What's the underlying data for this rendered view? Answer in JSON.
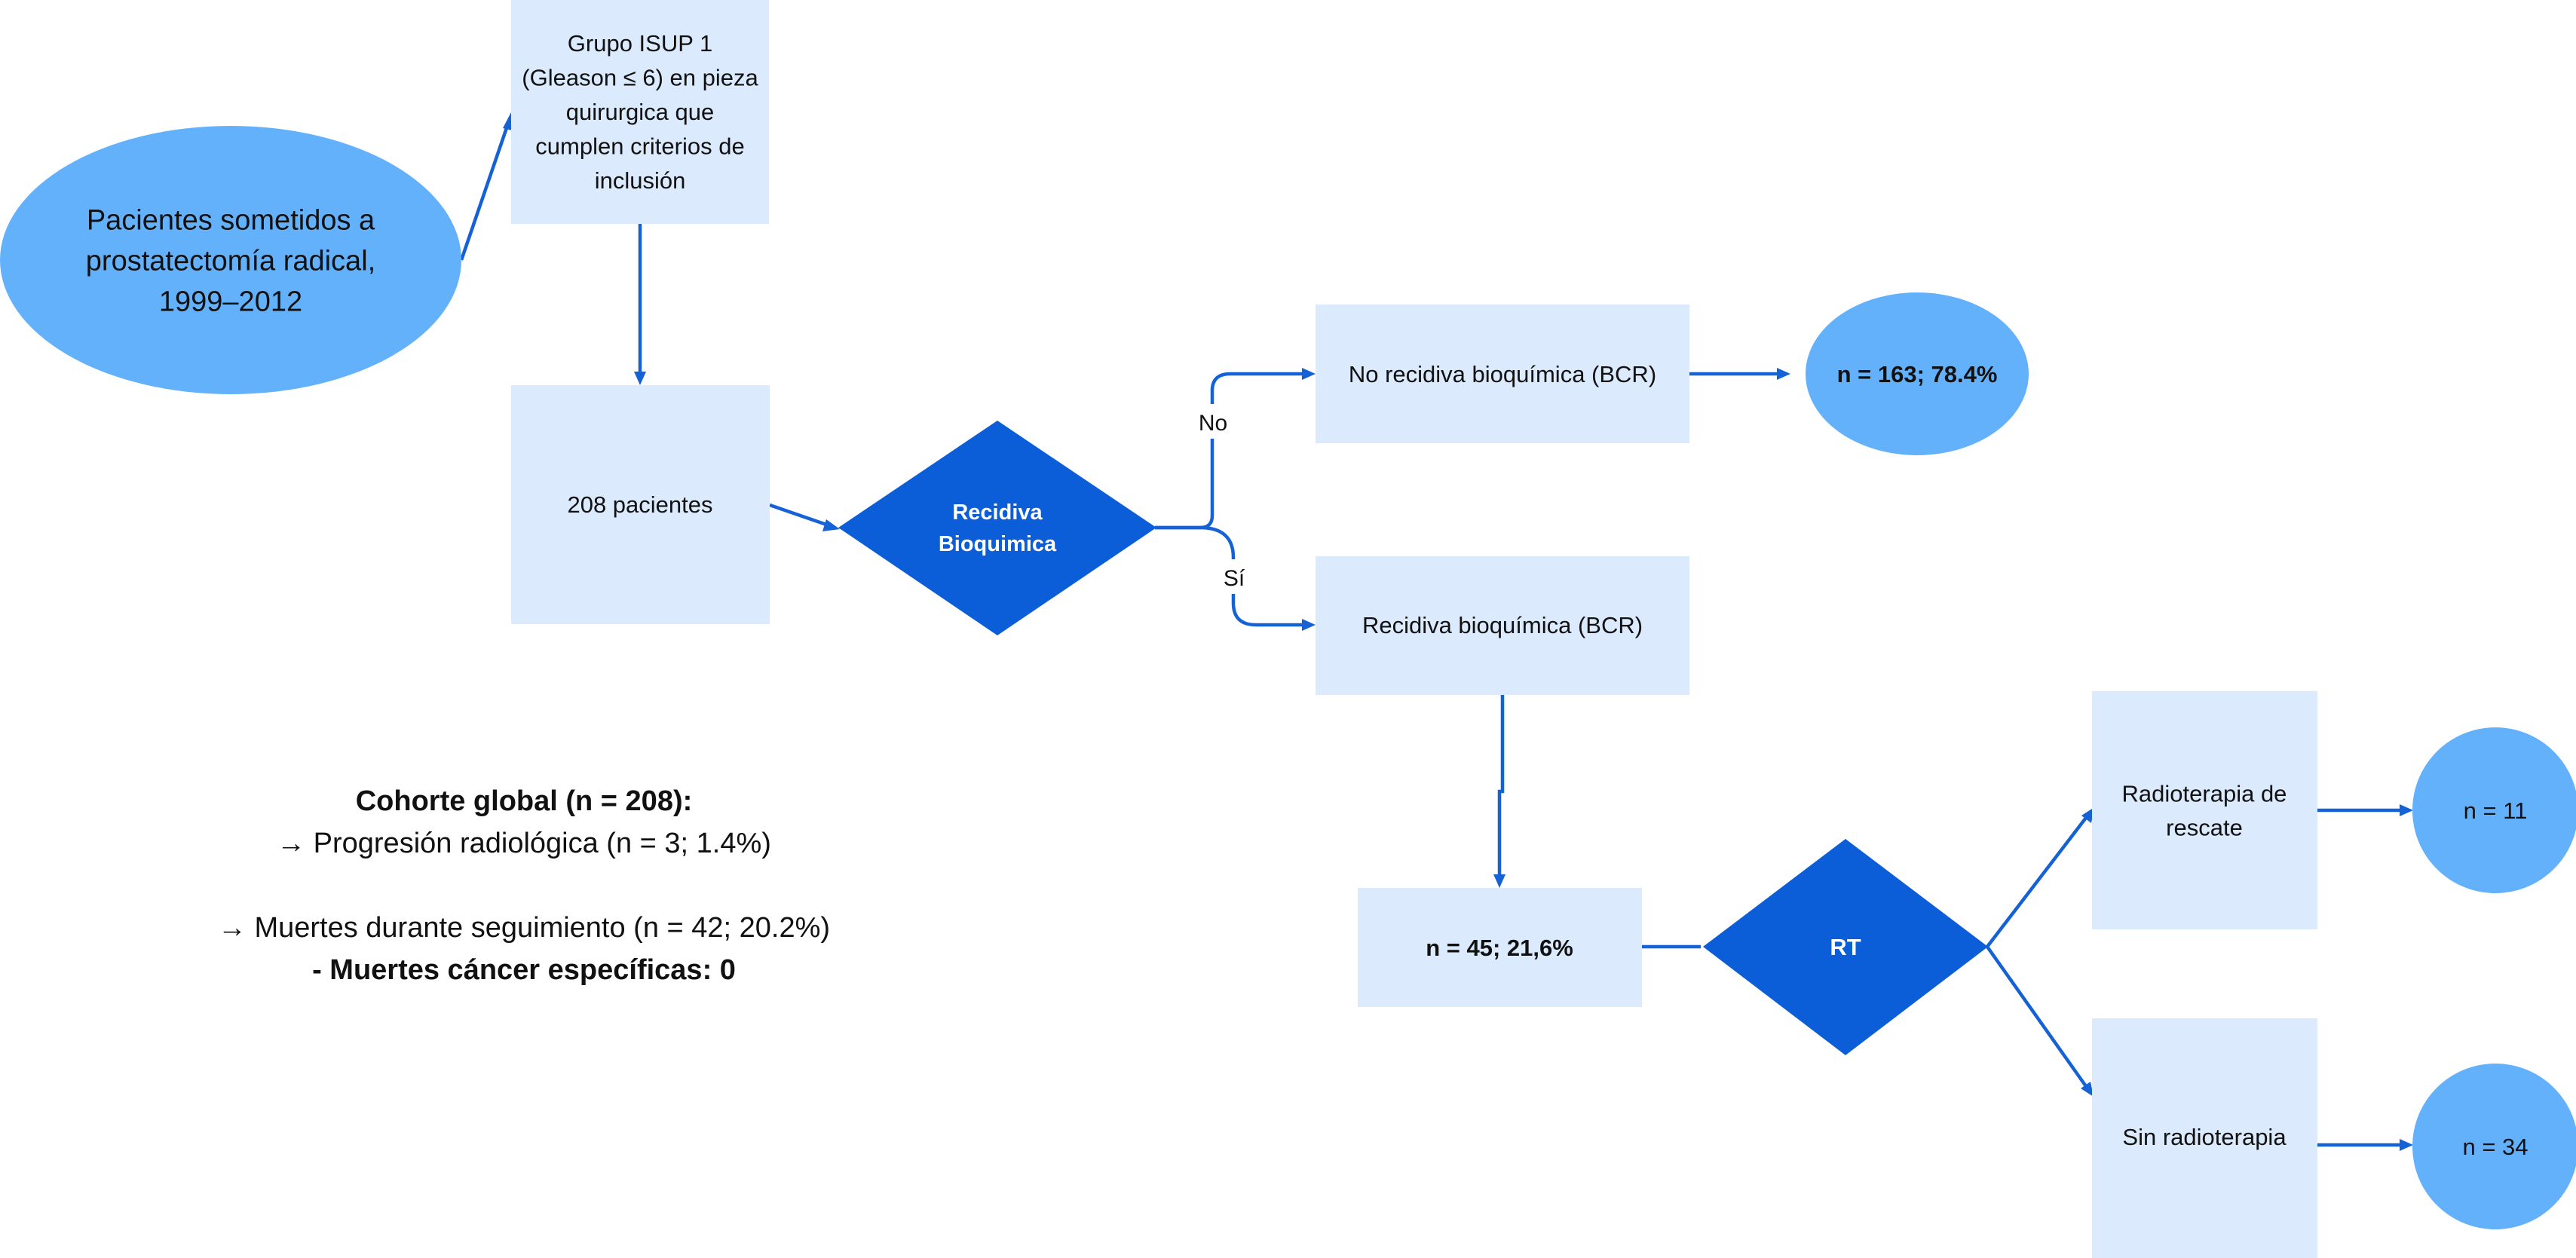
{
  "nodes": {
    "start": [
      "Pacientes sometidos a",
      "prostatectomía radical,",
      "1999–2012"
    ],
    "isup": [
      "Grupo ISUP  1",
      "(Gleason ≤ 6) en pieza",
      "quirurgica que",
      "cumplen criterios de",
      "inclusión"
    ],
    "patients": [
      "208 pacientes"
    ],
    "decision_bcr": [
      "Recidiva",
      "Bioquimica"
    ],
    "no_bcr": [
      "No recidiva bioquímica (BCR)"
    ],
    "no_bcr_count": [
      "n = 163; 78.4%"
    ],
    "bcr": [
      "Recidiva bioquímica (BCR)"
    ],
    "bcr_count": [
      "n = 45; 21,6%"
    ],
    "decision_rt": [
      "RT"
    ],
    "rt_rescue": [
      "Radioterapia de",
      "rescate"
    ],
    "rt_rescue_count": [
      "n = 11"
    ],
    "no_rt": [
      "Sin radioterapia"
    ],
    "no_rt_count": [
      "n = 34"
    ]
  },
  "edge_labels": {
    "no": "No",
    "yes": "Sí"
  },
  "summary": {
    "title": "Cohorte global (n = 208):",
    "progression": "→ Progresión radiológica (n = 3; 1.4%)",
    "deaths": "→ Muertes durante seguimiento (n = 42; 20.2%)",
    "cancer_deaths": "- Muertes cáncer específicas: 0"
  },
  "colors": {
    "light_box": "#dbeafd",
    "oval": "#64b1fb",
    "diamond": "#0b5ed7",
    "edge": "#1462d6"
  }
}
